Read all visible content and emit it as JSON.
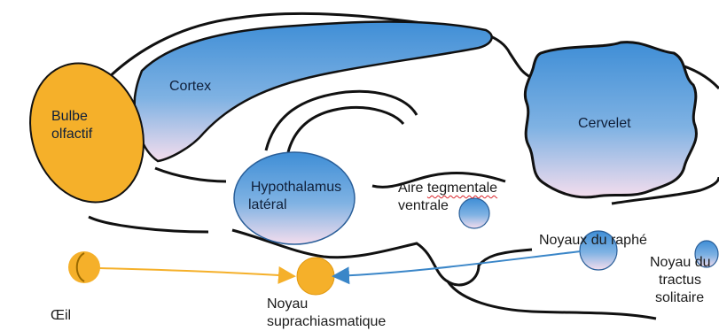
{
  "colors": {
    "orange": "#F5B02A",
    "blue_top": "#3F8ED6",
    "blue_bottom": "#F4DDED",
    "outline": "#111111",
    "arrow_orange": "#F5B02A",
    "arrow_blue": "#3A86C8",
    "underline_red": "#D9242B"
  },
  "labels": {
    "bulbe": [
      "Bulbe",
      "olfactif"
    ],
    "cortex": "Cortex",
    "hypothalamus": [
      "Hypothalamus",
      "latéral"
    ],
    "aire": [
      "Aire tegmentale",
      "ventrale"
    ],
    "aire_word1": "Aire",
    "aire_word2": "tegmentale",
    "cervelet": "Cervelet",
    "raphe": "Noyaux du raphé",
    "tractus": [
      "Noyau du",
      "tractus",
      "solitaire"
    ],
    "oeil": "Œil",
    "suprachiasmatique": [
      "Noyau",
      "suprachiasmatique"
    ]
  }
}
